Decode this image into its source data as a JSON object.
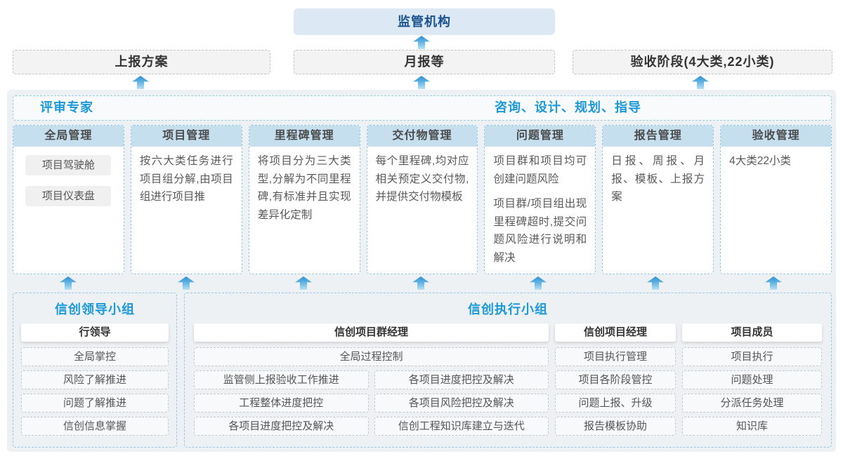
{
  "colors": {
    "accent_blue": "#1b99d8",
    "navy_title": "#17518e",
    "regulator_bg": "#dce8f4",
    "column_header_bg": "#c6dfef",
    "container_bg": "#eef1f4",
    "blue_dashed_border": "#93c8e9",
    "arrow_gradient_top": "#2e92d0",
    "arrow_gradient_bottom": "#b7e0f4"
  },
  "top": {
    "regulator": "监管机构"
  },
  "report_row": [
    {
      "label": "上报方案"
    },
    {
      "label": "月报等"
    },
    {
      "label": "验收阶段(4大类,22小类)"
    }
  ],
  "band": {
    "left_label": "评审专家",
    "right_label": "咨询、设计、规划、指导"
  },
  "columns": [
    {
      "title": "全局管理",
      "pills": [
        "项目驾驶舱",
        "项目仪表盘"
      ]
    },
    {
      "title": "项目管理",
      "text": "按六大类任务进行项目组分解,由项目组进行项目推"
    },
    {
      "title": "里程碑管理",
      "text": "将项目分为三大类型,分解为不同里程碑,有标准并且实现差异化定制"
    },
    {
      "title": "交付物管理",
      "text": "每个里程碑,均对应相关预定义交付物,并提供交付物模板"
    },
    {
      "title": "问题管理",
      "paragraphs": [
        "项目群和项目均可创建问题风险",
        "项目群/项目组出现里程碑超时,提交问题风险进行说明和解决"
      ]
    },
    {
      "title": "报告管理",
      "text": "日报、周报、月报、模板、上报方案"
    },
    {
      "title": "验收管理",
      "text": "4大类22小类"
    }
  ],
  "leader_group": {
    "title": "信创领导小组",
    "role": "行领导",
    "items": [
      "全局掌控",
      "风险了解推进",
      "问题了解推进",
      "信创信息掌握"
    ]
  },
  "exec_group": {
    "title": "信创执行小组",
    "sections": [
      {
        "role": "信创项目群经理",
        "full_item": "全局过程控制",
        "left_items": [
          "监管侧上报验收工作推进",
          "工程整体进度把控",
          "各项目进度把控及解决"
        ],
        "right_items": [
          "各项目进度把控及解决",
          "各项目风险把控及解决",
          "信创工程知识库建立与迭代"
        ]
      },
      {
        "role": "信创项目经理",
        "items": [
          "项目执行管理",
          "项目各阶段管控",
          "问题上报、升级",
          "报告模板协助"
        ]
      },
      {
        "role": "项目成员",
        "items": [
          "项目执行",
          "问题处理",
          "分派任务处理",
          "知识库"
        ]
      }
    ]
  }
}
